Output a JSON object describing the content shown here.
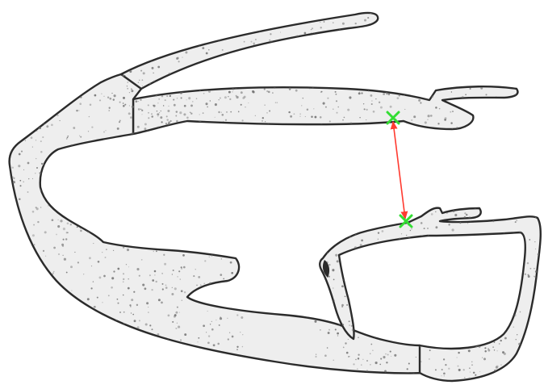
{
  "measurement": {
    "line_color": "#ff3b30",
    "marker_color": "#33dd33",
    "marker_shape": "x-cross",
    "arrowheads": "both-ends"
  },
  "drawing": {
    "style": "speckled-sketch",
    "wall_fill": "#eeeeee",
    "outline_color": "#2b2b2b",
    "speckle_color": "#6e6e6e"
  }
}
